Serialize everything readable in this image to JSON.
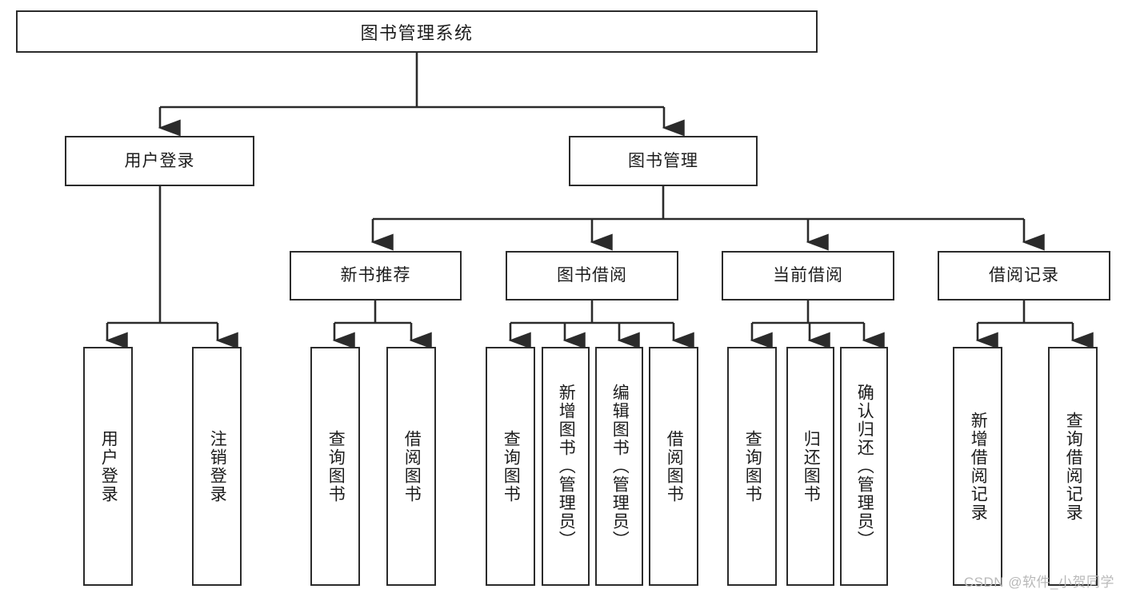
{
  "diagram": {
    "title": "图书管理系统",
    "type": "hierarchy-tree",
    "levels": 4,
    "root": {
      "label": "图书管理系统"
    },
    "level2": [
      {
        "label": "用户登录"
      },
      {
        "label": "图书管理"
      }
    ],
    "level3": [
      {
        "label": "新书推荐"
      },
      {
        "label": "图书借阅"
      },
      {
        "label": "当前借阅"
      },
      {
        "label": "借阅记录"
      }
    ],
    "leaves": [
      {
        "label": "用户登录",
        "parent": "用户登录"
      },
      {
        "label": "注销登录",
        "parent": "用户登录"
      },
      {
        "label": "查询图书",
        "parent": "新书推荐"
      },
      {
        "label": "借阅图书",
        "parent": "新书推荐"
      },
      {
        "label": "查询图书",
        "parent": "图书借阅"
      },
      {
        "label": "新增图书（管理员）",
        "parent": "图书借阅"
      },
      {
        "label": "编辑图书（管理员）",
        "parent": "图书借阅"
      },
      {
        "label": "借阅图书",
        "parent": "图书借阅"
      },
      {
        "label": "查询图书",
        "parent": "当前借阅"
      },
      {
        "label": "归还图书",
        "parent": "当前借阅"
      },
      {
        "label": "确认归还（管理员）",
        "parent": "当前借阅"
      },
      {
        "label": "新增借阅记录",
        "parent": "借阅记录"
      },
      {
        "label": "查询借阅记录",
        "parent": "借阅记录"
      }
    ]
  },
  "watermark": {
    "text": "CSDN @软件_小贺同学"
  },
  "colors": {
    "stroke": "#2b2b2b",
    "background": "#ffffff",
    "text": "#1c1c1c",
    "watermark": "#b9b9b9"
  }
}
